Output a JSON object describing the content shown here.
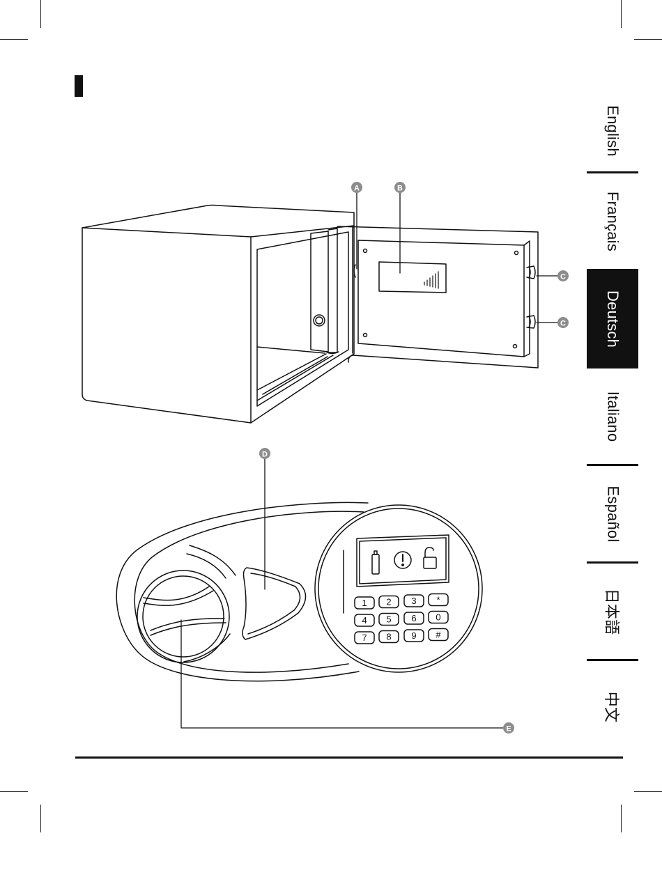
{
  "language_tabs": [
    {
      "label": "English",
      "active": false
    },
    {
      "label": "Français",
      "active": false
    },
    {
      "label": "Deutsch",
      "active": true
    },
    {
      "label": "Italiano",
      "active": false
    },
    {
      "label": "Español",
      "active": false
    },
    {
      "label": "日本語",
      "active": false
    },
    {
      "label": "中文",
      "active": false
    }
  ],
  "callouts": {
    "a": "A",
    "b": "B",
    "c1": "C",
    "c2": "C",
    "d": "D",
    "e": "E"
  },
  "keypad": [
    "1",
    "2",
    "3",
    "*",
    "4",
    "5",
    "6",
    "0",
    "7",
    "8",
    "9",
    "#"
  ],
  "colors": {
    "ink": "#111111",
    "callout_fill": "#8c8c8c",
    "active_tab_bg": "#111111",
    "active_tab_text": "#ffffff"
  }
}
